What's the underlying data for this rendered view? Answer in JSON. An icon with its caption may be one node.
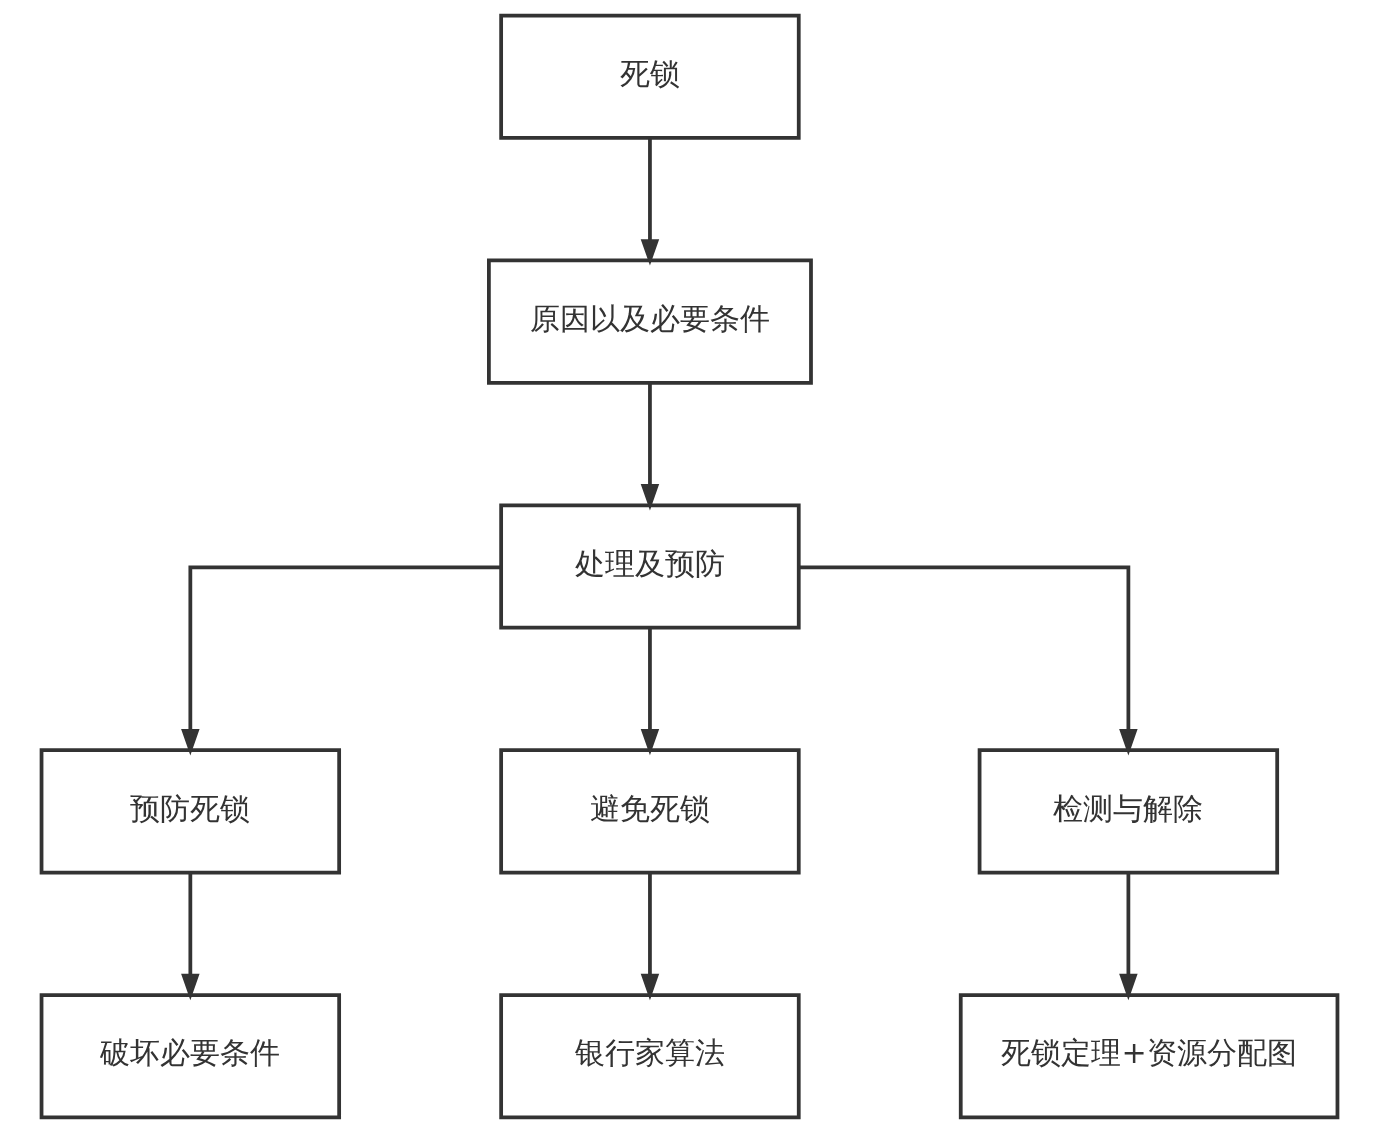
{
  "diagram": {
    "nodes": [
      {
        "text": [
          "死锁"
        ]
      },
      {
        "text": [
          "原因以及必要条件"
        ]
      },
      {
        "text": [
          "处理及预防"
        ]
      },
      {
        "text": [
          "预防死锁"
        ]
      },
      {
        "text": [
          "避免死锁"
        ]
      },
      {
        "text": [
          "检测与解除"
        ]
      },
      {
        "text": [
          "破坏必要条件"
        ]
      },
      {
        "text": [
          "银行家算法"
        ]
      },
      {
        "text": [
          "死锁定理+资源分配图"
        ]
      }
    ],
    "edges": [
      {
        "from": 0,
        "to": 1,
        "arrow": "to"
      },
      {
        "from": 1,
        "to": 2,
        "arrow": "to"
      },
      {
        "from": 2,
        "to": 3,
        "arrow": "to"
      },
      {
        "from": 2,
        "to": 4,
        "arrow": "to"
      },
      {
        "from": 2,
        "to": 5,
        "arrow": "to"
      },
      {
        "from": 3,
        "to": 6,
        "arrow": "to"
      },
      {
        "from": 4,
        "to": 7,
        "arrow": "to"
      },
      {
        "from": 5,
        "to": 8,
        "arrow": "to"
      }
    ]
  }
}
